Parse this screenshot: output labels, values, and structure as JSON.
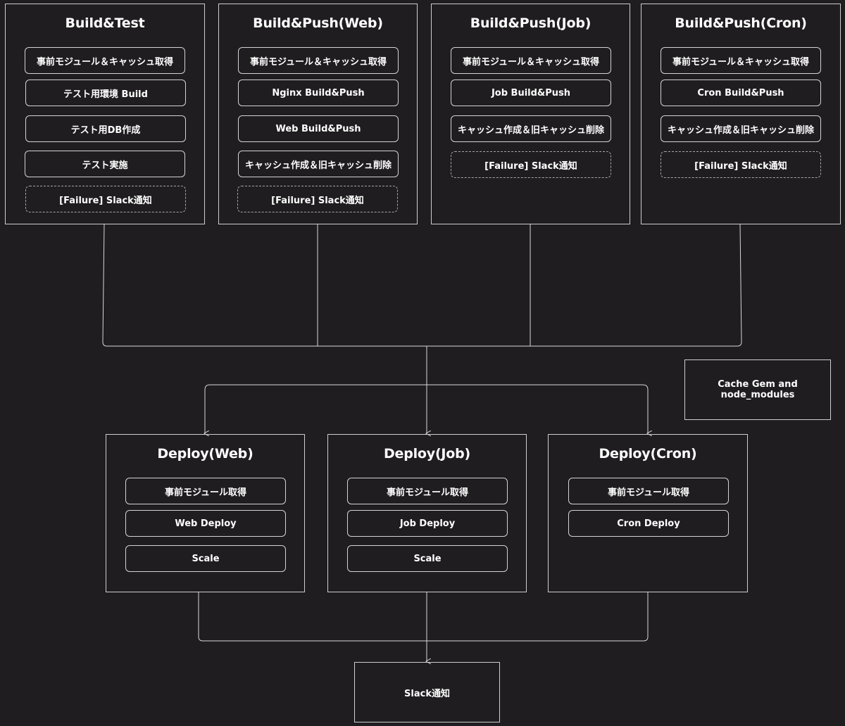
{
  "build_jobs": [
    {
      "title": "Build&Test",
      "steps": [
        {
          "label": "事前モジュール＆キャッシュ取得",
          "dashed": false
        },
        {
          "label": "テスト用環境 Build",
          "dashed": false
        },
        {
          "label": "テスト用DB作成",
          "dashed": false
        },
        {
          "label": "テスト実施",
          "dashed": false
        },
        {
          "label": "[Failure] Slack通知",
          "dashed": true
        }
      ]
    },
    {
      "title": "Build&Push(Web)",
      "steps": [
        {
          "label": "事前モジュール＆キャッシュ取得",
          "dashed": false
        },
        {
          "label": "Nginx Build&Push",
          "dashed": false
        },
        {
          "label": "Web Build&Push",
          "dashed": false
        },
        {
          "label": "キャッシュ作成＆旧キャッシュ削除",
          "dashed": false
        },
        {
          "label": "[Failure] Slack通知",
          "dashed": true
        }
      ]
    },
    {
      "title": "Build&Push(Job)",
      "steps": [
        {
          "label": "事前モジュール＆キャッシュ取得",
          "dashed": false
        },
        {
          "label": "Job Build&Push",
          "dashed": false
        },
        {
          "label": "キャッシュ作成＆旧キャッシュ削除",
          "dashed": false
        },
        {
          "label": "[Failure] Slack通知",
          "dashed": true
        }
      ]
    },
    {
      "title": "Build&Push(Cron)",
      "steps": [
        {
          "label": "事前モジュール＆キャッシュ取得",
          "dashed": false
        },
        {
          "label": "Cron Build&Push",
          "dashed": false
        },
        {
          "label": "キャッシュ作成＆旧キャッシュ削除",
          "dashed": false
        },
        {
          "label": "[Failure] Slack通知",
          "dashed": true
        }
      ]
    }
  ],
  "deploy_jobs": [
    {
      "title": "Deploy(Web)",
      "steps": [
        {
          "label": "事前モジュール取得",
          "dashed": false
        },
        {
          "label": "Web Deploy",
          "dashed": false
        },
        {
          "label": "Scale",
          "dashed": false
        }
      ]
    },
    {
      "title": "Deploy(Job)",
      "steps": [
        {
          "label": "事前モジュール取得",
          "dashed": false
        },
        {
          "label": "Job Deploy",
          "dashed": false
        },
        {
          "label": "Scale",
          "dashed": false
        }
      ]
    },
    {
      "title": "Deploy(Cron)",
      "steps": [
        {
          "label": "事前モジュール取得",
          "dashed": false
        },
        {
          "label": "Cron Deploy",
          "dashed": false
        }
      ]
    }
  ],
  "legend_note": "Cache Gem and node_modules",
  "final_notification": "Slack通知",
  "colors": {
    "background": "#1f1d1f",
    "border": "#cfcfcf",
    "text": "#ffffff"
  }
}
